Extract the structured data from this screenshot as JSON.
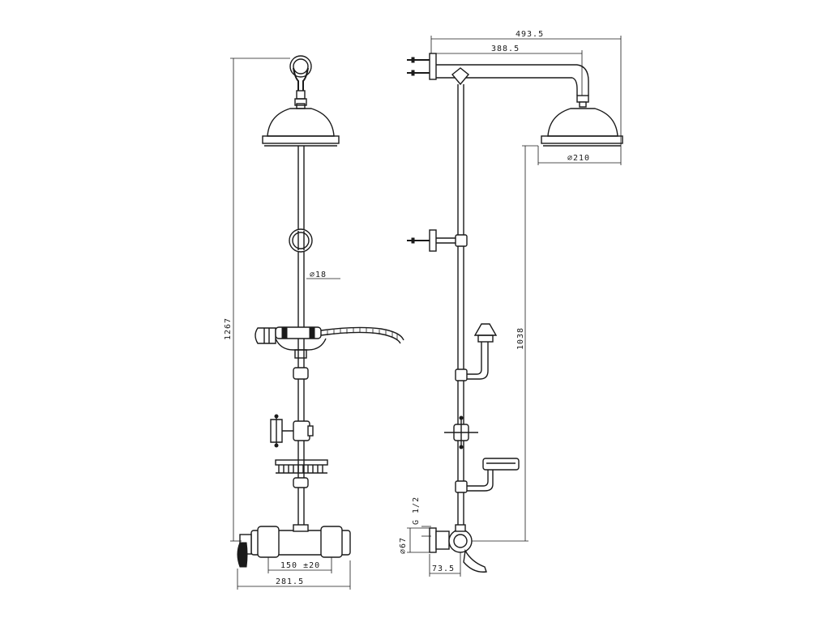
{
  "front_view": {
    "total_height": "1267",
    "rail_diameter": "∅18",
    "mixer_centres": "150 ±20",
    "overall_width": "281.5"
  },
  "side_view": {
    "arm_total": "493.5",
    "arm_projection": "388.5",
    "head_diameter": "∅210",
    "head_height": "1038",
    "inlet_thread": "G 1/2",
    "flange_diameter": "∅67",
    "mixer_depth": "73.5"
  }
}
